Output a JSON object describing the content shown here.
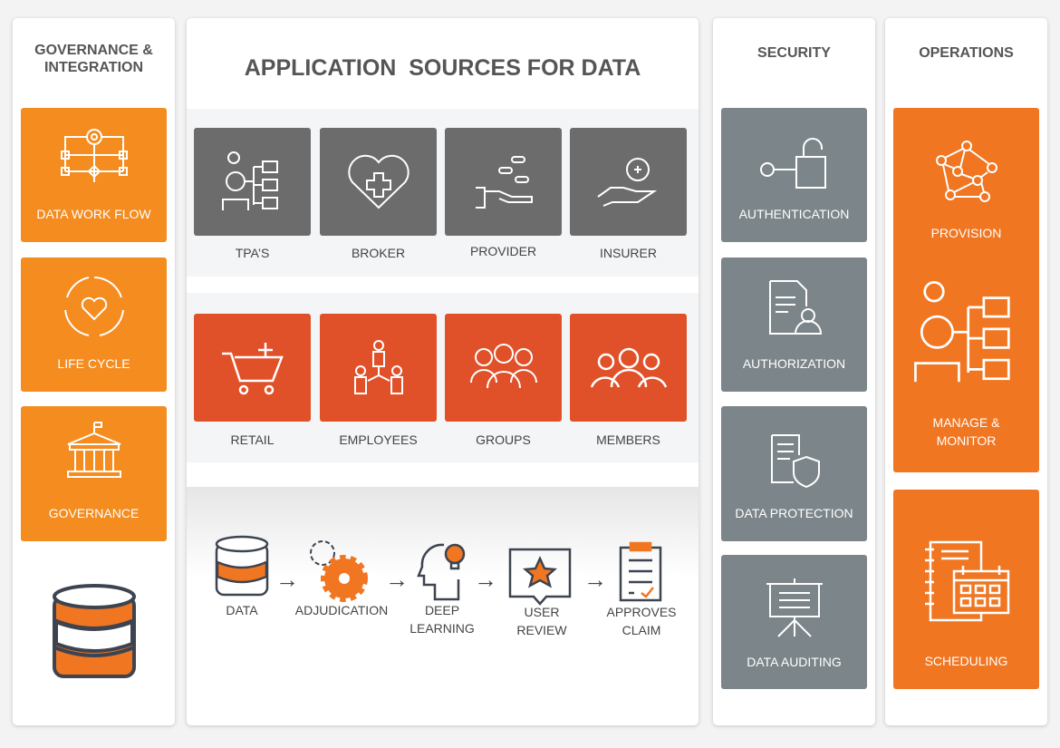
{
  "governance": {
    "title_line1": "GOVERNANCE &",
    "title_line2": "INTEGRATION",
    "tiles": [
      {
        "label": "DATA WORK FLOW",
        "icon": "workflow-icon"
      },
      {
        "label": "LIFE CYCLE",
        "icon": "lifecycle-icon"
      },
      {
        "label": "GOVERNANCE",
        "icon": "building-icon"
      }
    ]
  },
  "sources": {
    "title": "APPLICATION  SOURCES FOR DATA",
    "row1": [
      {
        "label": "TPA’S"
      },
      {
        "label": "BROKER"
      },
      {
        "label": "PROVIDER"
      },
      {
        "label": "INSURER"
      }
    ],
    "row2": [
      {
        "label": "RETAIL"
      },
      {
        "label": "EMPLOYEES"
      },
      {
        "label": "GROUPS"
      },
      {
        "label": "MEMBERS"
      }
    ],
    "process": [
      {
        "l1": "DATA",
        "l2": ""
      },
      {
        "l1": "ADJUDICATION",
        "l2": ""
      },
      {
        "l1": "DEEP",
        "l2": "LEARNING"
      },
      {
        "l1": "USER",
        "l2": "REVIEW"
      },
      {
        "l1": "APPROVES",
        "l2": "CLAIM"
      }
    ]
  },
  "security": {
    "title": "SECURITY",
    "tiles": [
      {
        "label": "AUTHENTICATION"
      },
      {
        "label": "AUTHORIZATION"
      },
      {
        "label": "DATA PROTECTION"
      },
      {
        "label": "DATA AUDITING"
      }
    ]
  },
  "operations": {
    "title": "OPERATIONS",
    "tiles": [
      {
        "label": "PROVISION"
      },
      {
        "label1": "MANAGE &",
        "label2": "MONITOR"
      },
      {
        "label": "SCHEDULING"
      }
    ]
  },
  "colors": {
    "orange": "#f48c20",
    "ops_orange": "#f07622",
    "red": "#e0512a",
    "gray": "#6c6c6c",
    "security_gray": "#7c8589"
  }
}
